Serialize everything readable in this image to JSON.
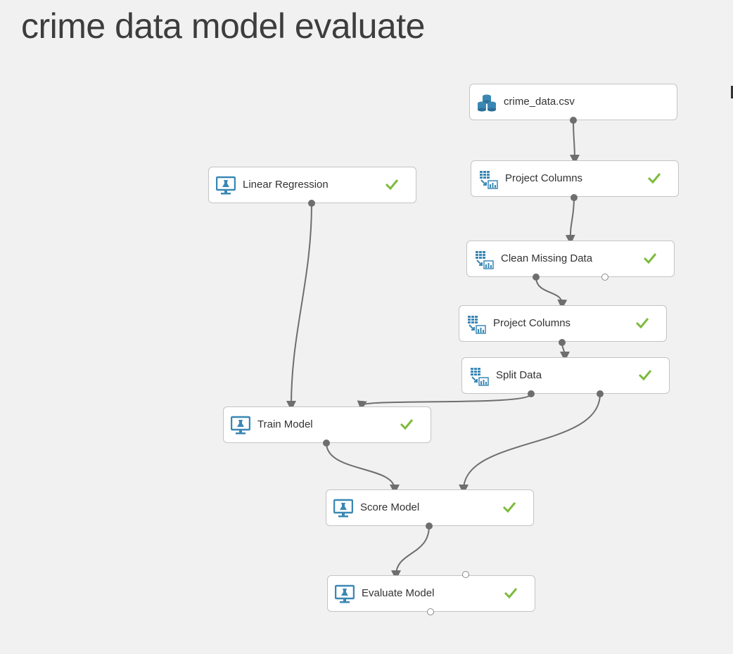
{
  "page": {
    "title": "crime data model evaluate"
  },
  "colors": {
    "icon_blue": "#3a87b5",
    "check_green": "#7dbb3c",
    "connector": "#6e6e6e",
    "node_border": "#c4c4c4",
    "background": "#f1f1f1"
  },
  "nodes": {
    "dataset": {
      "label": "crime_data.csv",
      "icon": "dataset-icon",
      "status": ""
    },
    "project1": {
      "label": "Project Columns",
      "icon": "data-transform-icon",
      "status": "complete"
    },
    "linreg": {
      "label": "Linear Regression",
      "icon": "ml-module-icon",
      "status": "complete"
    },
    "clean": {
      "label": "Clean Missing Data",
      "icon": "data-transform-icon",
      "status": "complete"
    },
    "project2": {
      "label": "Project Columns",
      "icon": "data-transform-icon",
      "status": "complete"
    },
    "split": {
      "label": "Split Data",
      "icon": "data-transform-icon",
      "status": "complete"
    },
    "train": {
      "label": "Train Model",
      "icon": "ml-module-icon",
      "status": "complete"
    },
    "score": {
      "label": "Score Model",
      "icon": "ml-module-icon",
      "status": "complete"
    },
    "evaluate": {
      "label": "Evaluate Model",
      "icon": "ml-module-icon",
      "status": "complete"
    }
  },
  "edges": [
    {
      "from": "crime_data.csv",
      "to": "Project Columns"
    },
    {
      "from": "Project Columns",
      "to": "Clean Missing Data"
    },
    {
      "from": "Clean Missing Data",
      "to": "Project Columns"
    },
    {
      "from": "Project Columns",
      "to": "Split Data"
    },
    {
      "from": "Split Data",
      "to": "Train Model"
    },
    {
      "from": "Split Data",
      "to": "Score Model"
    },
    {
      "from": "Linear Regression",
      "to": "Train Model"
    },
    {
      "from": "Train Model",
      "to": "Score Model"
    },
    {
      "from": "Score Model",
      "to": "Evaluate Model"
    }
  ]
}
